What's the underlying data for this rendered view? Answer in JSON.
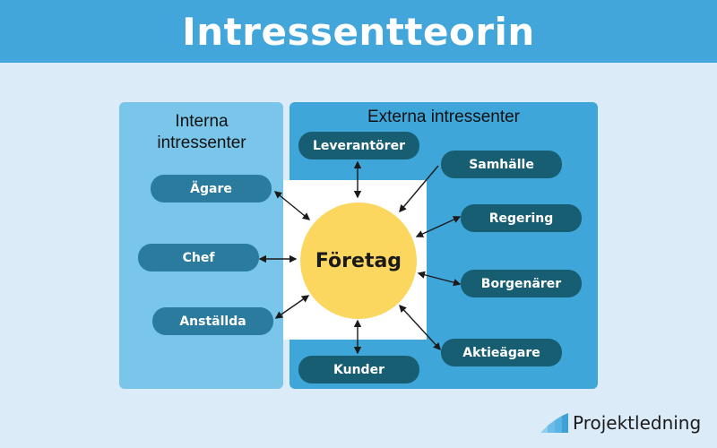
{
  "header": {
    "title": "Intressentteorin"
  },
  "internal": {
    "title": "Interna intressenter",
    "title_line1": "Interna",
    "title_line2": "intressenter",
    "items": [
      {
        "label": "Ägare"
      },
      {
        "label": "Chef"
      },
      {
        "label": "Anställda"
      }
    ]
  },
  "external": {
    "title": "Externa intressenter",
    "items": [
      {
        "label": "Leverantörer"
      },
      {
        "label": "Samhälle"
      },
      {
        "label": "Regering"
      },
      {
        "label": "Borgenärer"
      },
      {
        "label": "Aktieägare"
      },
      {
        "label": "Kunder"
      }
    ]
  },
  "center": {
    "label": "Företag"
  },
  "logo": {
    "text": "Projektledning"
  },
  "colors": {
    "header": "#42a6db",
    "background": "#dcebf8",
    "internal_panel": "#7ac6ea",
    "external_panel": "#3fa6da",
    "internal_pill": "#2a7b9d",
    "external_pill": "#185e72",
    "center_circle": "#fcd75f"
  }
}
